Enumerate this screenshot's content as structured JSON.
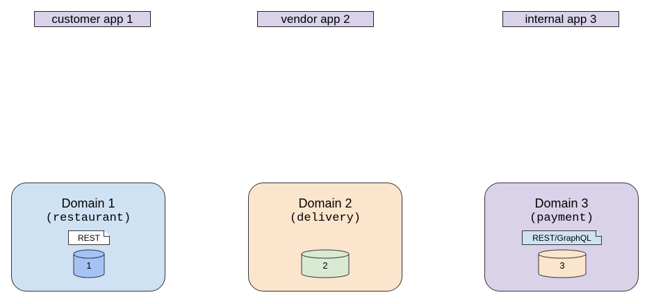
{
  "apps": [
    {
      "label": "customer app 1",
      "fill": "#d9d2e9"
    },
    {
      "label": "vendor app 2",
      "fill": "#d9d2e9"
    },
    {
      "label": "internal app 3",
      "fill": "#d9d2e9"
    }
  ],
  "domains": [
    {
      "title": "Domain 1",
      "subtitle": "(restaurant)",
      "fill": "#cfe2f3",
      "api": "REST",
      "api_fill": "#ffffff",
      "db_label": "1",
      "db_fill": "#a4c2f4"
    },
    {
      "title": "Domain 2",
      "subtitle": "(delivery)",
      "fill": "#fce5cd",
      "db_label": "2",
      "db_fill": "#d9ead3"
    },
    {
      "title": "Domain 3",
      "subtitle": "(payment)",
      "fill": "#d9d2e9",
      "api": "REST/GraphQL",
      "api_fill": "#cfe2f3",
      "db_label": "3",
      "db_fill": "#fce5cd"
    }
  ]
}
